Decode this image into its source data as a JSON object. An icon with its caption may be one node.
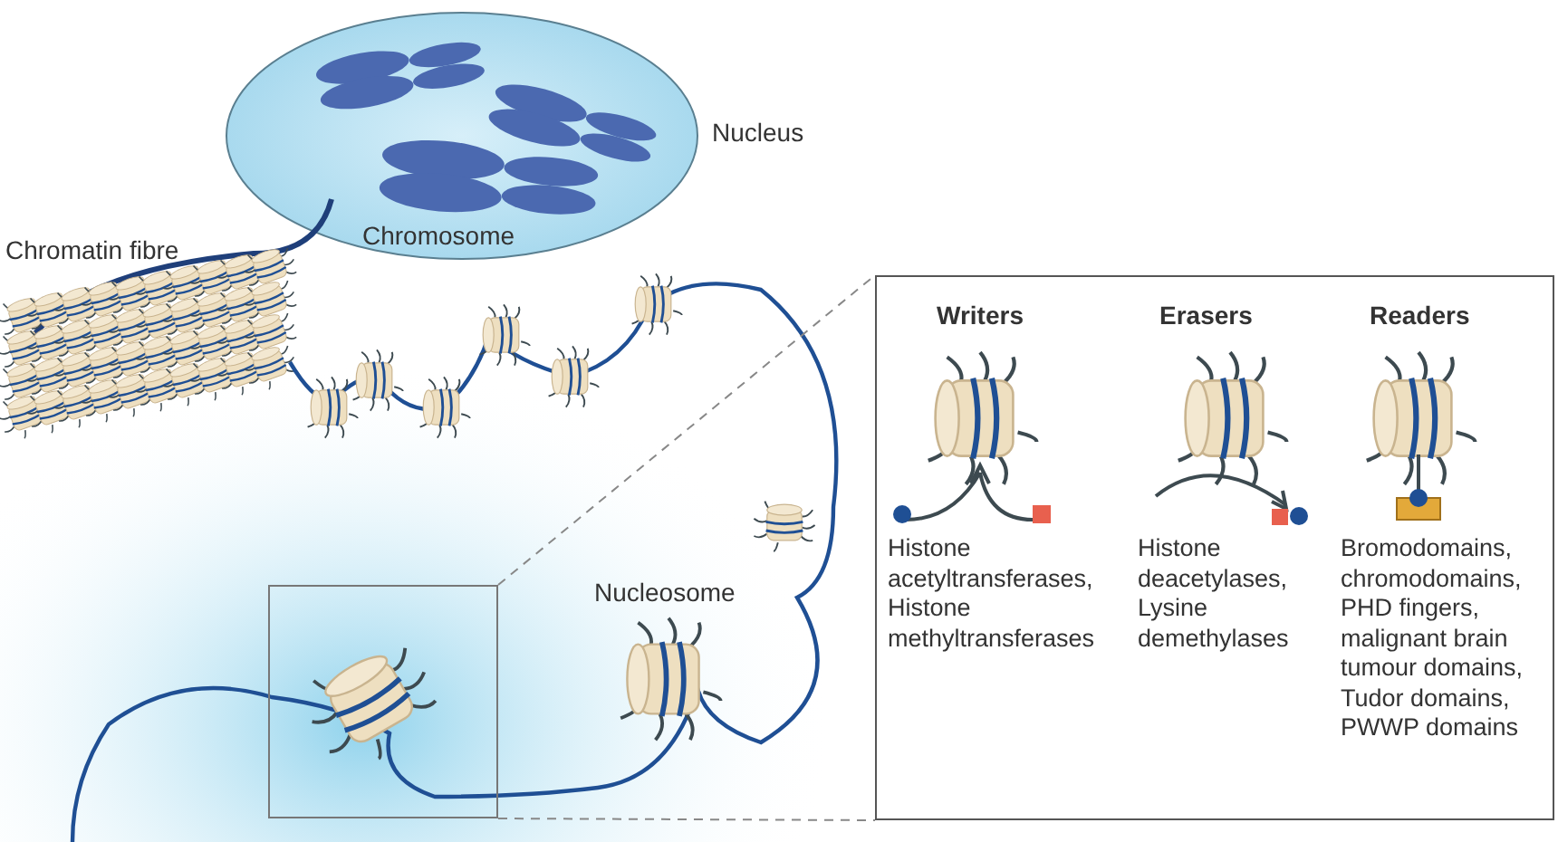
{
  "diagram": {
    "nodes": [
      {
        "text": [],
        "shape": "box"
      },
      {
        "text": [
          "Writers",
          "Histone acetyltransferases, Histone methyltransferases",
          "Erasers",
          "Histone deacetylases, Lysine demethylases",
          "Readers",
          "Bromodomains, chromodomains, PHD fingers, malignant brain tumour domains, Tudor domains, PWWP domains"
        ]
      }
    ],
    "edges": [
      {
        "from": 0,
        "to": 1,
        "arrow": "none",
        "style": "dashed"
      },
      {
        "from": 0,
        "to": 1,
        "arrow": "none",
        "style": "dashed"
      }
    ],
    "labels": [
      "Nucleus",
      "Chromosome",
      "Chromatin fibre",
      "Nucleosome"
    ]
  }
}
